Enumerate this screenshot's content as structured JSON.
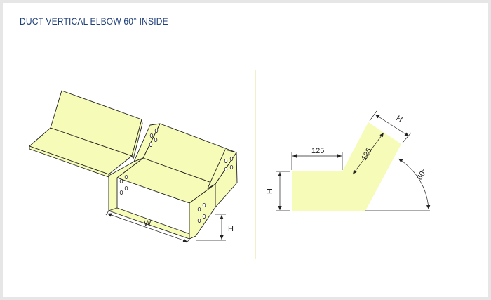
{
  "title": "DUCT VERTICAL ELBOW 60° INSIDE",
  "colors": {
    "fill": "#f6fbb7",
    "title": "#1f3f7a",
    "line": "#222222",
    "frame": "#e6e6e6"
  },
  "iso_drawing": {
    "dim_width": "W",
    "dim_height": "H"
  },
  "profile_drawing": {
    "dim_height": "H",
    "dim_top_width": "H",
    "dim_horizontal": "125",
    "dim_diagonal": "125",
    "angle": "60°"
  }
}
